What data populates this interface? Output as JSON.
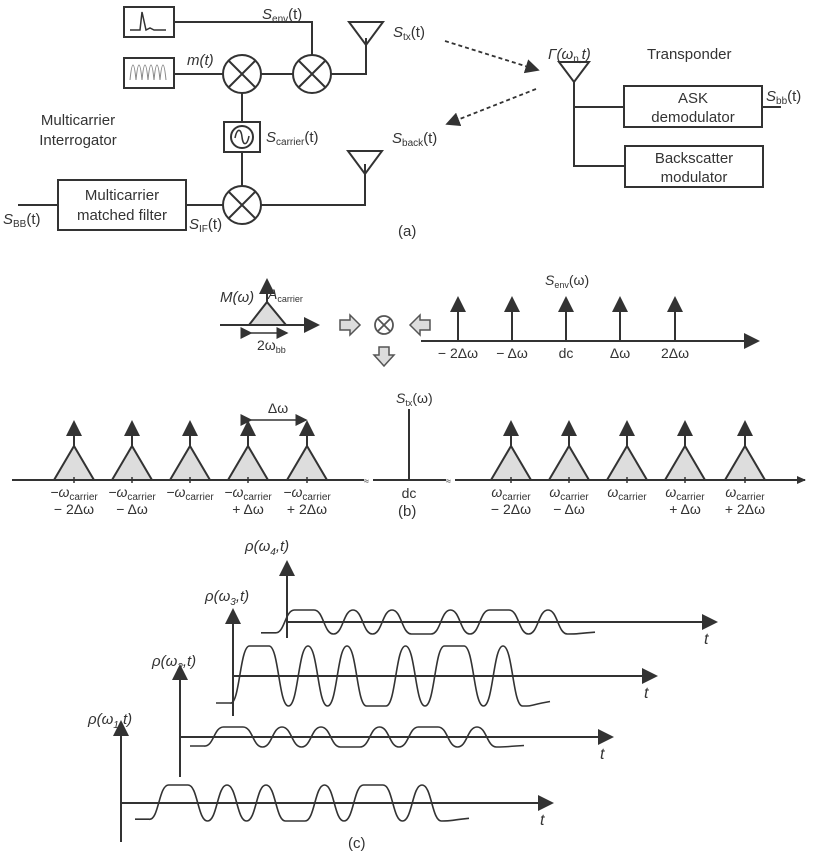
{
  "panel_a": {
    "label": "(a)",
    "interrogator_label": [
      "Multicarrier",
      "Interrogator"
    ],
    "transponder_label": "Transponder",
    "matched_filter_label": [
      "Multicarrier",
      "matched filter"
    ],
    "ask_label": [
      "ASK",
      "demodulator"
    ],
    "backscatter_label": [
      "Backscatter",
      "modulator"
    ],
    "signals": {
      "env": {
        "base": "S",
        "sub": "env",
        "arg": "(t)"
      },
      "m": "m(t)",
      "tx": {
        "base": "S",
        "sub": "tx",
        "arg": "(t)"
      },
      "carrier": {
        "base": "S",
        "sub": "carrier",
        "arg": "(t)"
      },
      "back": {
        "base": "S",
        "sub": "back",
        "arg": "(t)"
      },
      "BB": {
        "base": "S",
        "sub": "BB",
        "arg": "(t)"
      },
      "IF": {
        "base": "S",
        "sub": "IF",
        "arg": "(t)"
      },
      "bb": {
        "base": "S",
        "sub": "bb",
        "arg": "(t)"
      },
      "gamma": {
        "base": "Γ(ω",
        "sub": "n,",
        "arg": "t)"
      }
    }
  },
  "panel_b": {
    "label": "(b)",
    "m_label": "M(ω)",
    "a_carrier": {
      "base": "A",
      "sub": "carrier"
    },
    "bandwidth": {
      "base": "2ω",
      "sub": "bb"
    },
    "senv_label": {
      "base": "S",
      "sub": "env",
      "arg": "(ω)"
    },
    "senv_ticks": [
      "− 2Δω",
      "− Δω",
      "dc",
      "Δω",
      "2Δω"
    ],
    "stx_label": {
      "base": "S",
      "sub": "tx",
      "arg": "(ω)"
    },
    "delta_label": "Δω",
    "dc_label": "dc",
    "neg_ticks": [
      {
        "l1": "−ω",
        "sub": "carrier",
        "l2": "− 2Δω"
      },
      {
        "l1": "−ω",
        "sub": "carrier",
        "l2": "− Δω"
      },
      {
        "l1": "−ω",
        "sub": "carrier",
        "l2": ""
      },
      {
        "l1": "−ω",
        "sub": "carrier",
        "l2": "+ Δω"
      },
      {
        "l1": "−ω",
        "sub": "carrier",
        "l2": "+ 2Δω"
      }
    ],
    "pos_ticks": [
      {
        "l1": "ω",
        "sub": "carrier",
        "l2": "− 2Δω"
      },
      {
        "l1": "ω",
        "sub": "carrier",
        "l2": "− Δω"
      },
      {
        "l1": "ω",
        "sub": "carrier",
        "l2": ""
      },
      {
        "l1": "ω",
        "sub": "carrier",
        "l2": "+ Δω"
      },
      {
        "l1": "ω",
        "sub": "carrier",
        "l2": "+ 2Δω"
      }
    ]
  },
  "panel_c": {
    "label": "(c)",
    "axis_label": "t",
    "plots": [
      {
        "rho": "ρ(ω",
        "sub": "1",
        "tail": ",t)",
        "amplitude": 0.6
      },
      {
        "rho": "ρ(ω",
        "sub": "2",
        "tail": ",t)",
        "amplitude": 0.35
      },
      {
        "rho": "ρ(ω",
        "sub": "3",
        "tail": ",t)",
        "amplitude": 1.0
      },
      {
        "rho": "ρ(ω",
        "sub": "4",
        "tail": ",t)",
        "amplitude": 0.35
      }
    ],
    "bit_pattern": [
      1,
      1,
      0,
      1,
      0,
      1,
      0,
      0,
      1,
      0,
      1,
      1,
      0,
      1,
      0
    ]
  }
}
